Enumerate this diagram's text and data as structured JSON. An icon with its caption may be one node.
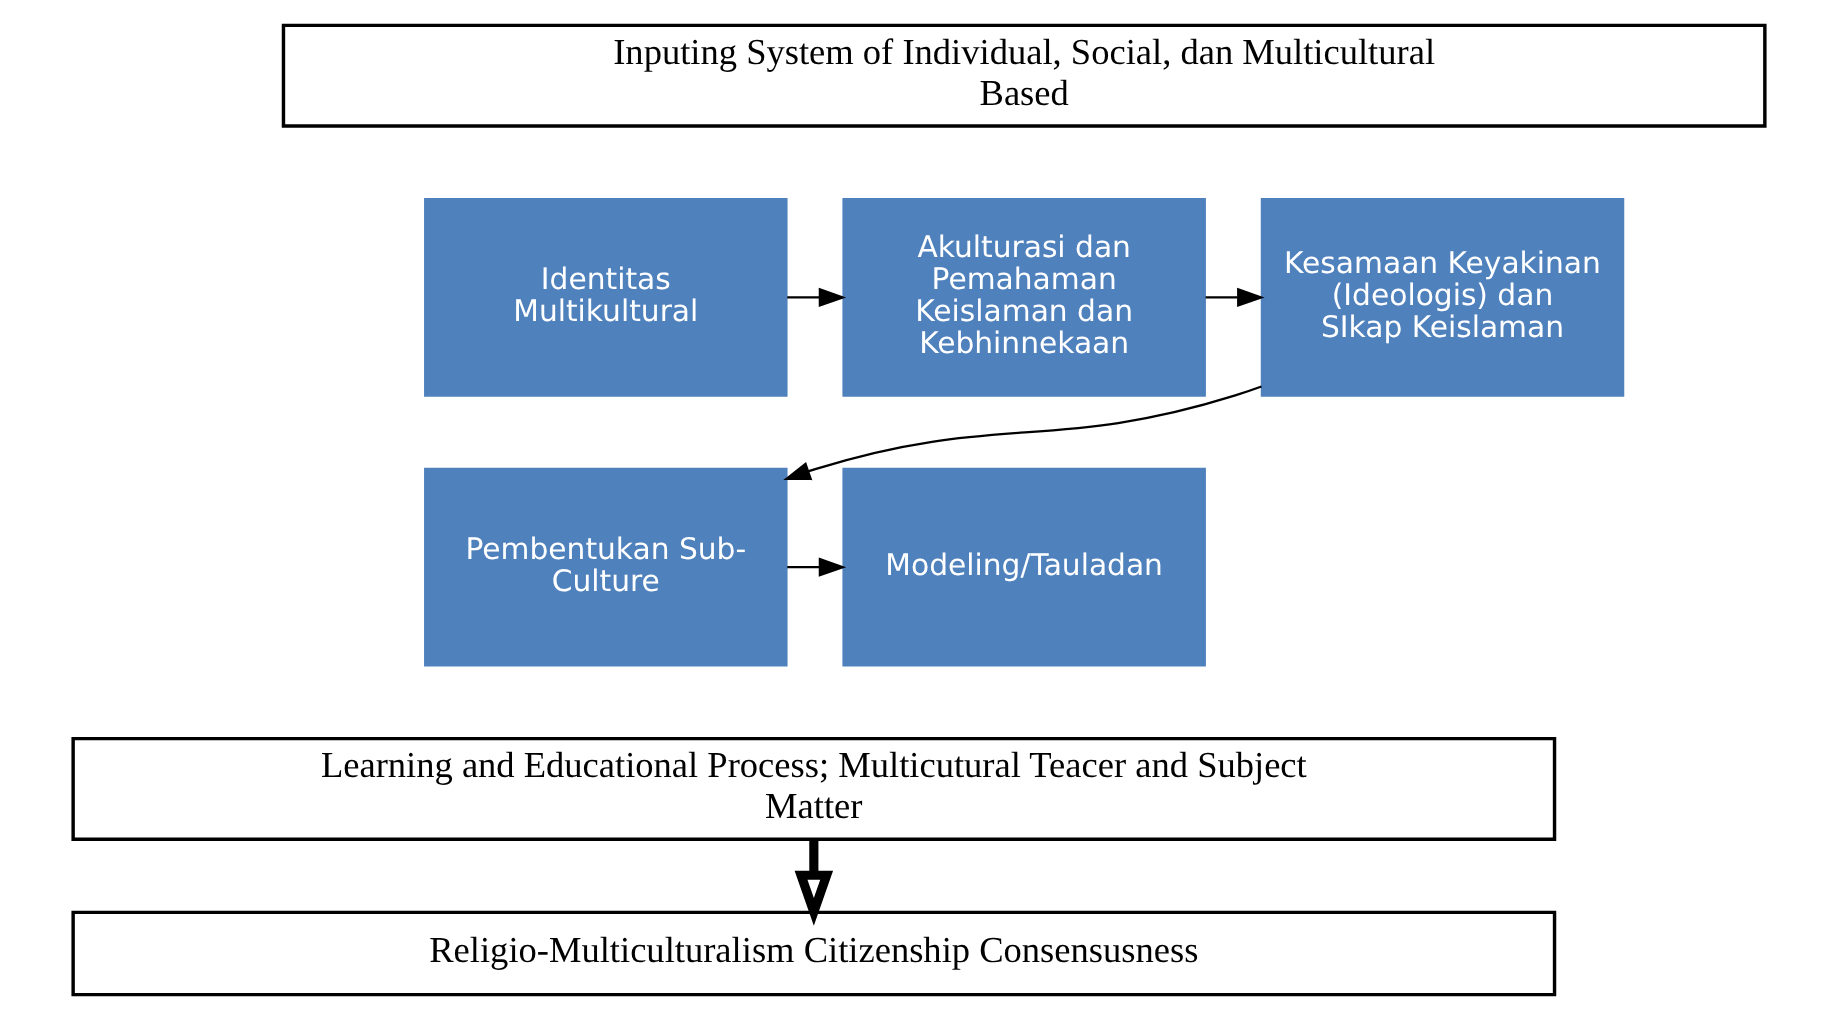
{
  "diagram": {
    "nodes": [
      {
        "text": [
          "Inputing System of Individual, Social, dan Multicultural Based"
        ]
      },
      {
        "text": [
          "Identitas Multikultural"
        ]
      },
      {
        "text": [
          "Akulturasi dan Pemahaman Keislaman dan Kebhinnekaan"
        ]
      },
      {
        "text": [
          "Kesamaan Keyakinan (Ideologis) dan SIkap Keislaman"
        ]
      },
      {
        "text": [
          "Pembentukan Sub-Culture"
        ]
      },
      {
        "text": [
          "Modeling/Tauladan"
        ]
      },
      {
        "text": [
          "Learning and Educational Process; Multicutural Teacer and Subject Matter"
        ]
      },
      {
        "text": [
          "Religio-Multiculturalism Citizenship Consensusness"
        ]
      }
    ],
    "edges": [
      {
        "from": 1,
        "to": 2,
        "arrow": "to"
      },
      {
        "from": 2,
        "to": 3,
        "arrow": "to"
      },
      {
        "from": 3,
        "to": 4,
        "arrow": "to"
      },
      {
        "from": 4,
        "to": 5,
        "arrow": "to"
      },
      {
        "from": 6,
        "to": 7,
        "arrow": "to",
        "style": "thick"
      }
    ]
  }
}
